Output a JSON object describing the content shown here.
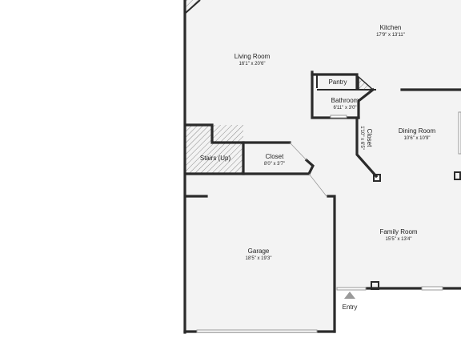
{
  "plan": {
    "background": "#ffffff",
    "floor_color": "#f3f3f3",
    "wall_color": "#2b2b2b",
    "stair_hatch_color": "#8a8a8a",
    "rooms": {
      "kitchen": {
        "name": "Kitchen",
        "dims": "17'9\" x 13'11\""
      },
      "living_room": {
        "name": "Living Room",
        "dims": "16'1\" x 20'6\""
      },
      "pantry": {
        "name": "Pantry",
        "dims": ""
      },
      "bathroom": {
        "name": "Bathroom",
        "dims": "6'11\" x 3'0\""
      },
      "closet_small": {
        "name": "Closet",
        "dims": "1'10\" x 6'5\""
      },
      "dining_room": {
        "name": "Dining Room",
        "dims": "10'6\" x 10'9\""
      },
      "stairs": {
        "name": "Stairs (Up)",
        "dims": ""
      },
      "closet": {
        "name": "Closet",
        "dims": "8'0\" x 3'7\""
      },
      "garage": {
        "name": "Garage",
        "dims": "18'5\" x 19'3\""
      },
      "family_room": {
        "name": "Family Room",
        "dims": "15'5\" x 13'4\""
      }
    },
    "entry_label": "Entry"
  }
}
